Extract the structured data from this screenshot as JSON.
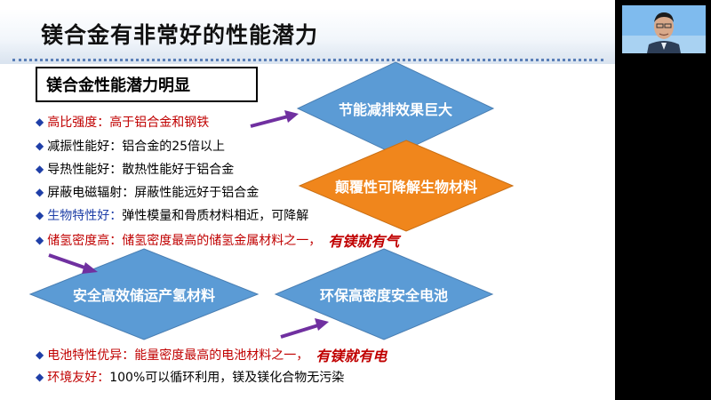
{
  "slide": {
    "title": "镁合金有非常好的性能潜力",
    "subtitle": "镁合金性能潜力明显",
    "bullets": [
      {
        "lead": "高比强度：",
        "body": "高于铝合金和钢铁",
        "emph": ""
      },
      {
        "lead": "减振性能好：",
        "body": "铝合金的25倍以上",
        "emph": ""
      },
      {
        "lead": "导热性能好：",
        "body": "散热性能好于铝合金",
        "emph": ""
      },
      {
        "lead": "屏蔽电磁辐射：",
        "body": "屏蔽性能远好于铝合金",
        "emph": ""
      },
      {
        "lead": "生物特性好：",
        "body": "弹性模量和骨质材料相近，可降解",
        "emph": ""
      },
      {
        "lead": "储氢密度高：",
        "body": "储氢密度最高的储氢金属材料之一，",
        "emph": "有镁就有气"
      },
      {
        "lead": "电池特性优异：",
        "body": "能量密度最高的电池材料之一，",
        "emph": "有镁就有电"
      },
      {
        "lead": "环境友好：",
        "body": "100%可以循环利用，镁及镁化合物无污染",
        "emph": ""
      }
    ],
    "diamonds": [
      {
        "label": "节能减排效果巨大",
        "color": "#5b9bd5"
      },
      {
        "label": "颠覆性可降解生物材料",
        "color": "#f0861c"
      },
      {
        "label": "安全高效储运产氢材料",
        "color": "#5b9bd5"
      },
      {
        "label": "环保高密度安全电池",
        "color": "#5b9bd5"
      }
    ],
    "arrow_color": "#7030a0",
    "bullet_mark": "◆"
  }
}
